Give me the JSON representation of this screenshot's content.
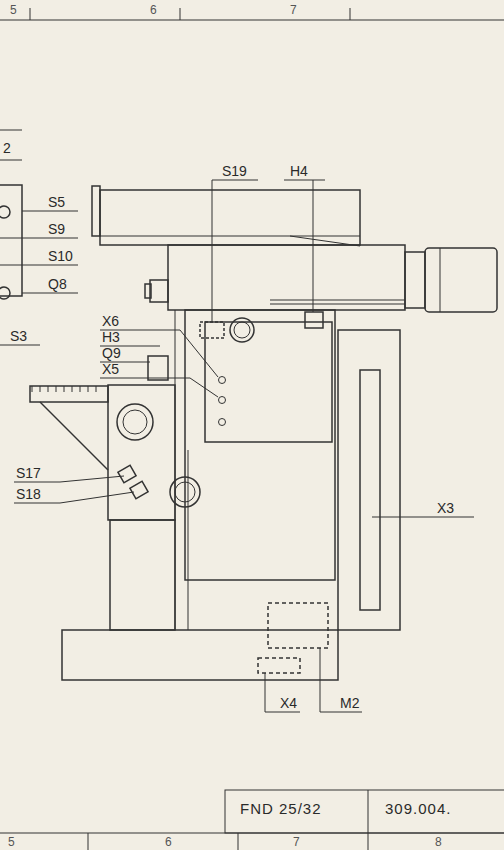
{
  "diagram": {
    "labels": [
      "2",
      "S5",
      "S9",
      "S10",
      "Q8",
      "S3",
      "S19",
      "H4",
      "X6",
      "H3",
      "Q9",
      "X5",
      "S17",
      "S18",
      "X3",
      "X4",
      "M2",
      "FND 25/32",
      "309.004.",
      "5",
      "6",
      "7",
      "5",
      "6",
      "7",
      "8"
    ]
  }
}
